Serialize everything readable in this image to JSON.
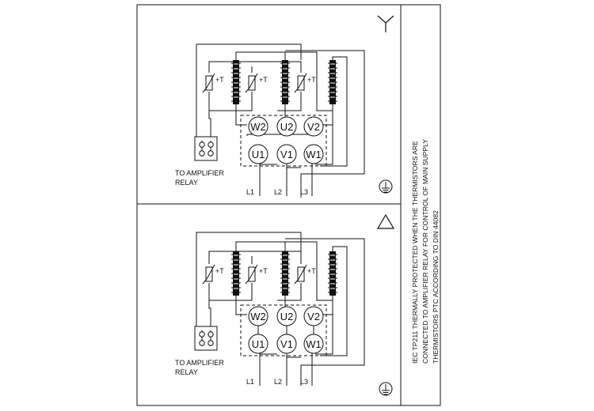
{
  "terminals": {
    "top_row": [
      "W2",
      "U2",
      "V2"
    ],
    "bottom_row": [
      "U1",
      "V1",
      "W1"
    ]
  },
  "supply_lines": [
    "L1",
    "L2",
    "L3"
  ],
  "thermistor_label": "+T",
  "amplifier_label": {
    "line1": "TO AMPLIFIER",
    "line2": "RELAY"
  },
  "side_note": {
    "line1": "IEC TP211 THERMALLY PROTECTED WHEN THE THERMISTORS ARE",
    "line2": "CONNECTED TO AMPLIFIER RELAY FOR CONTROL OF MAIN SUPPLY",
    "line3": "THERMISTORS PTC ACCORDING TO DIN 44082"
  },
  "connections": [
    {
      "name": "star",
      "icon": "star-connection-icon"
    },
    {
      "name": "delta",
      "icon": "delta-connection-icon"
    }
  ],
  "ground_icon": "ground-icon"
}
